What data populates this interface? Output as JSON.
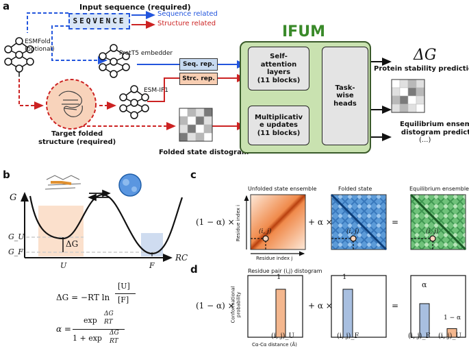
{
  "panels": {
    "a": "a",
    "b": "b",
    "c": "c",
    "d": "d"
  },
  "panel_a": {
    "input_sequence_label": "Input sequence (required)",
    "sequence_box_text": "SEQVENCE",
    "legend_sequence": "Sequence related",
    "legend_structure": "Structure related",
    "esmfold_label": "ESMFold\n(optional)",
    "prott5_label": "ProtT5 embedder",
    "esmif1_label": "ESM-IF1",
    "seq_rep": "Seq. rep.",
    "strc_rep": "Strc. rep.",
    "target_label": "Target folded\nstructure (required)",
    "distogram_label": "Folded state distogram",
    "ifum_title": "IFUM",
    "self_attention": "Self-\nattention\nlayers\n(11 blocks)",
    "multiplicative": "Multiplicativ\ne updates\n(11 blocks)",
    "task_heads": "Task-\nwise\nheads",
    "delta_g": "ΔG",
    "stability_label": "Protein stability prediction",
    "ensemble_label": "Equilibrium ensemble\ndistogram prediction",
    "ellipsis": "(...)",
    "colors": {
      "sequence": "#2255dd",
      "structure": "#cc2222",
      "ifum_bg": "#c9e2b0",
      "ifum_border": "#3a5a2a",
      "ifum_title": "#3a8a2a"
    }
  },
  "panel_b": {
    "y_axis": "G",
    "x_axis": "RC",
    "g_u": "G_U",
    "g_f": "G_F",
    "delta_g": "ΔG",
    "u_tick": "U",
    "f_tick": "F",
    "eq1_lhs": "ΔG = −RT ln",
    "eq1_num": "[U]",
    "eq1_den": "[F]",
    "eq2_lhs": "α =",
    "eq2_num_exp": "exp",
    "eq2_frac_num": "ΔG",
    "eq2_frac_den": "RT",
    "eq2_den_prefix": "1 + exp"
  },
  "panel_c": {
    "coef1": "(1 − α) ×",
    "plus": "+ α ×",
    "equals": "=",
    "unfolded_title": "Unfolded state ensemble",
    "folded_title": "Folded state",
    "equilibrium_title": "Equilibrium ensemble",
    "ij": "(i, j)",
    "axis_x": "Residue index j",
    "axis_y": "Residue index i"
  },
  "panel_d": {
    "coef1": "(1 − α) ×",
    "plus": "+ α ×",
    "equals": "=",
    "title": "Residue pair (i,j) distogram",
    "ylabel": "Conformational\nprobability",
    "xlabel": "Cα-Cα distance (Å)",
    "bar1_label": "1",
    "bar2_label": "1",
    "bar3_label": "α",
    "bar4_label": "1 − α",
    "tick_u1": "(i, j)_U",
    "tick_f": "(i, j)_F",
    "tick_f2": "(i, j)_F",
    "tick_u2": "(i, j)_U",
    "colors": {
      "unfolded": "#f4b78e",
      "folded": "#a8bfe0"
    }
  }
}
